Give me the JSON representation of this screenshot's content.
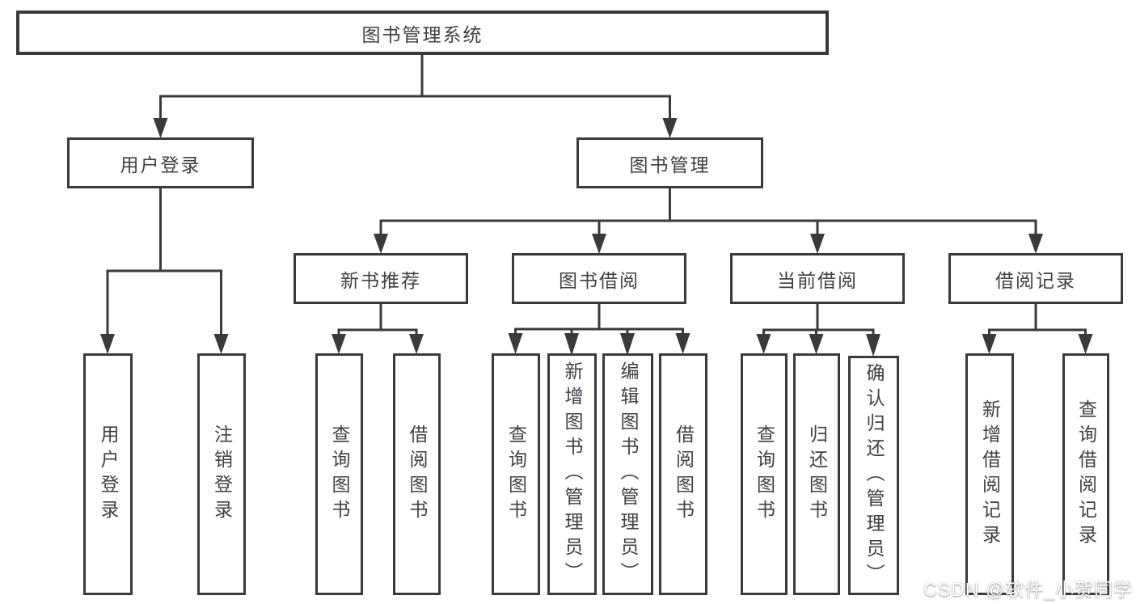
{
  "colors": {
    "line": "#3a3a3a",
    "text": "#3d4046",
    "watermark": "#ffffff"
  },
  "watermark": {
    "text": "CSDN @软件_小贺同学"
  },
  "tree": {
    "root": {
      "label": "图书管理系统",
      "children": [
        {
          "label": "用户登录",
          "children": [
            {
              "label": "用户登录"
            },
            {
              "label": "注销登录"
            }
          ]
        },
        {
          "label": "图书管理",
          "children": [
            {
              "label": "新书推荐",
              "children": [
                {
                  "label": "查询图书"
                },
                {
                  "label": "借阅图书"
                }
              ]
            },
            {
              "label": "图书借阅",
              "children": [
                {
                  "label": "查询图书"
                },
                {
                  "label": "新增图书（管理员）"
                },
                {
                  "label": "编辑图书（管理员）"
                },
                {
                  "label": "借阅图书"
                }
              ]
            },
            {
              "label": "当前借阅",
              "children": [
                {
                  "label": "查询图书"
                },
                {
                  "label": "归还图书"
                },
                {
                  "label": "确认归还（管理员）"
                }
              ]
            },
            {
              "label": "借阅记录",
              "children": [
                {
                  "label": "新增借阅记录"
                },
                {
                  "label": "查询借阅记录"
                }
              ]
            }
          ]
        }
      ]
    }
  }
}
